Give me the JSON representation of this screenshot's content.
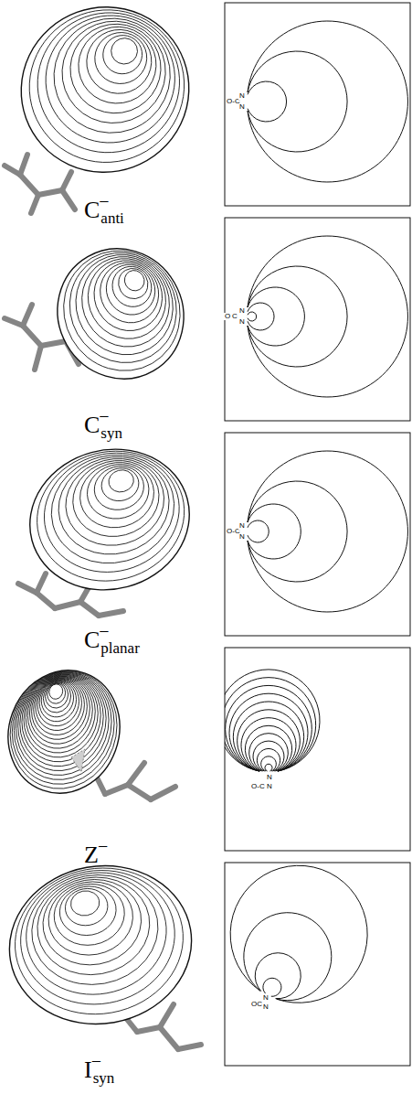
{
  "diagram": {
    "labels": [
      "O-C",
      "N",
      "N",
      "C",
      "−",
      "anti",
      "O",
      "C",
      "N",
      "N",
      "C",
      "−",
      "syn",
      "O-C",
      "N",
      "N",
      "C",
      "−",
      "planar",
      "N",
      "O-C",
      "N",
      "Z",
      "−",
      "OC",
      "N",
      "N",
      "I",
      "−",
      "syn"
    ]
  }
}
